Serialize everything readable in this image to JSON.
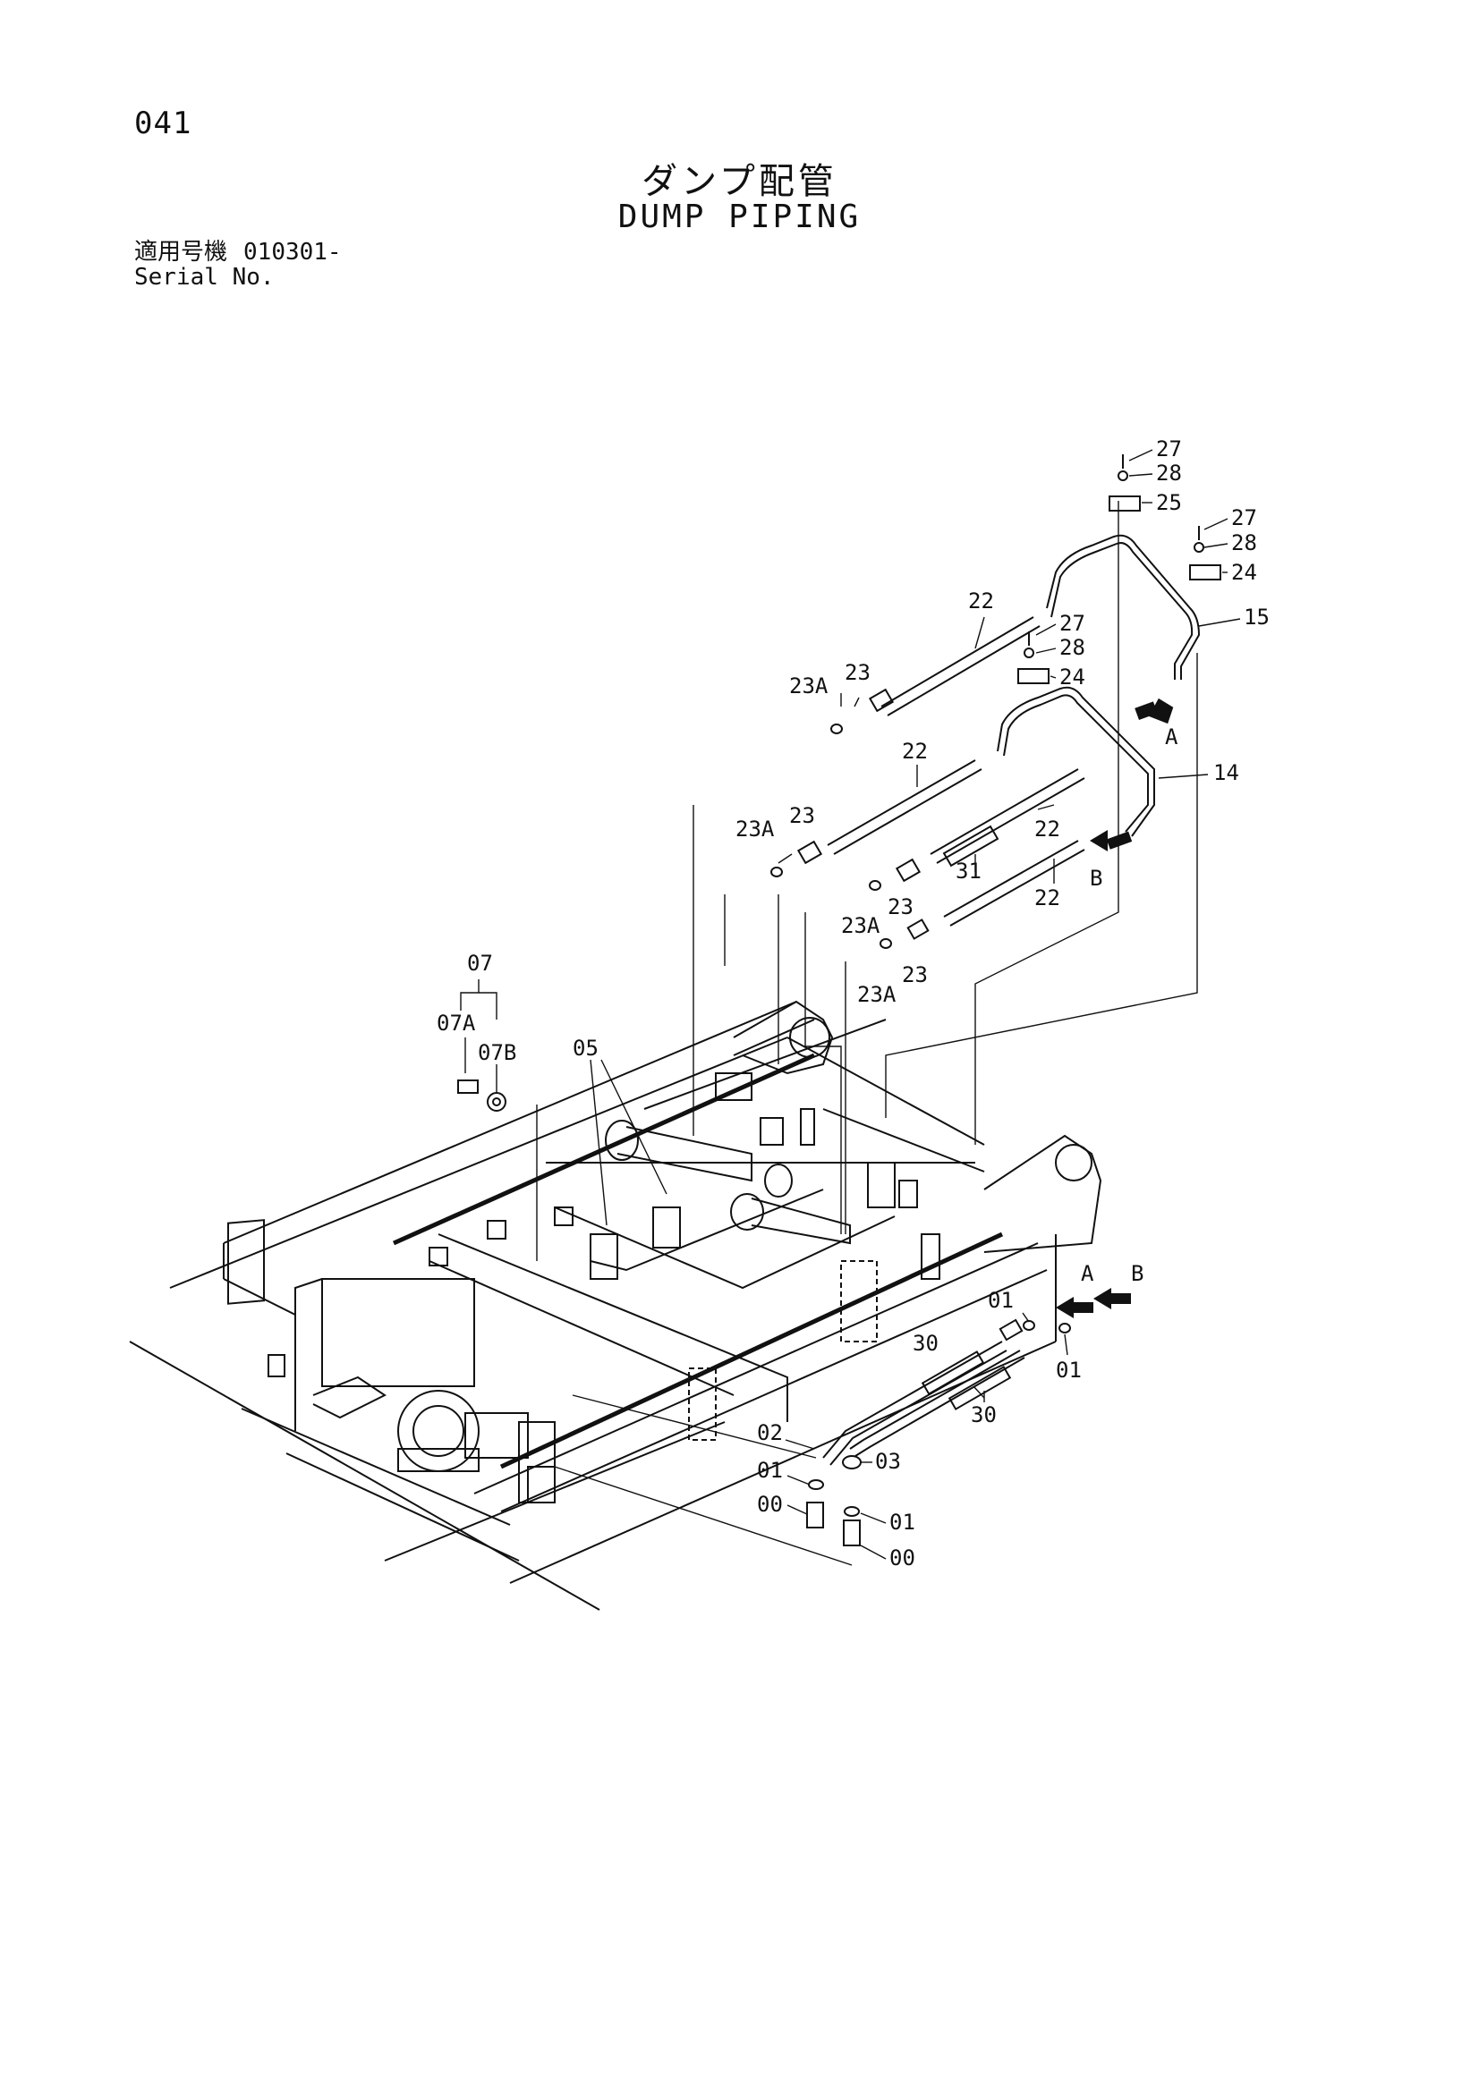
{
  "header": {
    "page_number": "041",
    "title_jp": "ダンプ配管",
    "title_en": "DUMP PIPING",
    "serial_label_jp": "適用号機",
    "serial_value": "010301-",
    "serial_label_en": "Serial No."
  },
  "callouts": {
    "c27a": "27",
    "c28a": "28",
    "c25": "25",
    "c27b": "27",
    "c28b": "28",
    "c24b": "24",
    "c15": "15",
    "c22a": "22",
    "c27c": "27",
    "c28c": "28",
    "c24c": "24",
    "c23a": "23",
    "c23Aa": "23A",
    "cA1": "A",
    "c14": "14",
    "c22b": "22",
    "c23b": "23",
    "c23Ab": "23A",
    "c22c": "22",
    "c31": "31",
    "c22d": "22",
    "cB1": "B",
    "c23c": "23",
    "c23Ac": "23A",
    "c23d": "23",
    "c23Ad": "23A",
    "c07": "07",
    "c07A": "07A",
    "c07B": "07B",
    "c05": "05",
    "cA2": "A",
    "cB2": "B",
    "c01a": "01",
    "c01b": "01",
    "c30a": "30",
    "c30b": "30",
    "c02": "02",
    "c03": "03",
    "c01c": "01",
    "c00a": "00",
    "c01d": "01",
    "c00b": "00"
  }
}
